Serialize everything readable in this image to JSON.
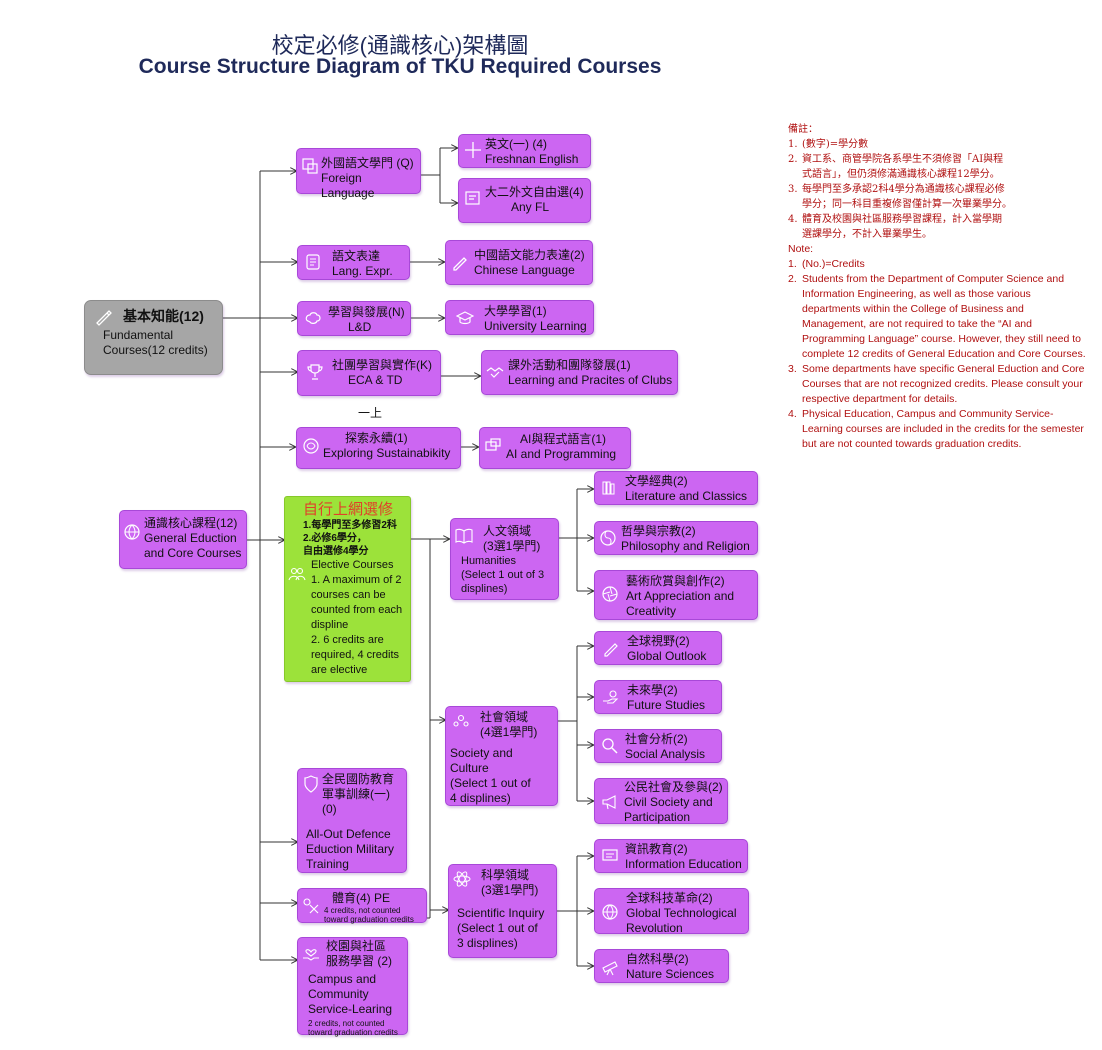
{
  "title": {
    "zh": "校定必修(通識核心)架構圖",
    "en": "Course Structure Diagram of TKU Required Courses"
  },
  "nodes": {
    "fundamental": {
      "title": "基本知能(12)",
      "sub": "Fundamental\nCourses(12 credits)"
    },
    "foreign_language": {
      "zh": "外國語文學門 (Q)",
      "en": "Foreign Language"
    },
    "english": {
      "zh": "英文(一) (4)",
      "en": "Freshnan English"
    },
    "second_fl": {
      "zh": "大二外文自由選(4)",
      "en": "Any FL"
    },
    "lang_expr": {
      "zh": "語文表達",
      "en": "Lang. Expr."
    },
    "chinese": {
      "zh": "中國語文能力表達(2)",
      "en": "Chinese Language"
    },
    "ld": {
      "zh": "學習與發展(N)",
      "en": "L&D"
    },
    "university_learning": {
      "zh": "大學學習(1)",
      "en": "University Learning"
    },
    "eca": {
      "zh": "社團學習與實作(K)",
      "en": "ECA & TD"
    },
    "clubs": {
      "zh": "課外活動和團隊發展(1)",
      "en": "Learning and Pracites of Clubs"
    },
    "stray_text": "一上",
    "sustainability": {
      "zh": "探索永續(1)",
      "en": "Exploring Sustainabikity"
    },
    "ai": {
      "zh": "AI與程式語言(1)",
      "en": "AI and Programming"
    },
    "general": {
      "zh": "通識核心課程(12)",
      "en": "General Eduction\nand Core Courses"
    },
    "elective": {
      "head": "自行上網選修",
      "zh": "1.每學門至多修習2科\n2.必修6學分，\n   自由選修4學分",
      "en": "Elective Courses\n1. A maximum of 2\ncourses can be\ncounted from each\ndispline\n2. 6 credits are\nrequired, 4 credits\nare elective"
    },
    "humanities": {
      "zh": "人文領域\n(3選1學門)",
      "en": "Humanities\n(Select 1 out of 3\ndisplines)"
    },
    "literature": {
      "zh": "文學經典(2)",
      "en": "Literature and  Classics"
    },
    "philosophy": {
      "zh": "哲學與宗教(2)",
      "en": "Philosophy and Religion"
    },
    "art": {
      "zh": "藝術欣賞與創作(2)",
      "en": "Art Appreciation and\nCreativity"
    },
    "society": {
      "zh": "社會領域\n(4選1學門)",
      "en": "Society and Culture\n(Select 1 out of\n4 displines)"
    },
    "global_outlook": {
      "zh": "全球視野(2)",
      "en": "Global Outlook"
    },
    "future": {
      "zh": "未來學(2)",
      "en": "Future Studies"
    },
    "social_analysis": {
      "zh": "社會分析(2)",
      "en": "Social Analysis"
    },
    "civil": {
      "zh": "公民社會及參與(2)",
      "en": "Civil Society and\nParticipation"
    },
    "science": {
      "zh": "科學領域\n(3選1學門)",
      "en": "Scientific Inquiry\n(Select 1 out of\n3 displines)"
    },
    "info_ed": {
      "zh": "資訊教育(2)",
      "en": "Information Education"
    },
    "tech_rev": {
      "zh": "全球科技革命(2)",
      "en": "Global Technological\nRevolution"
    },
    "nature": {
      "zh": "自然科學(2)",
      "en": "Nature Sciences"
    },
    "defence": {
      "zh": "全民國防教育\n軍事訓練(一)(0)",
      "en": "All-Out Defence\nEduction Military\nTraining"
    },
    "pe": {
      "zh": "體育(4) PE",
      "note": "4 credits, not counted\ntoward graduation credits"
    },
    "service": {
      "zh": "校園與社區\n服務學習 (2)",
      "en": "Campus and\nCommunity\nService-Learing",
      "note": "2 credits, not counted\ntoward graduation credits"
    }
  },
  "notes": {
    "zh_head": "備註：",
    "zh": [
      {
        "n": "1.",
        "t": "(數字)=學分數"
      },
      {
        "n": "2.",
        "t": "資工系、商管學院各系學生不須修習「AI與程\n式語言」，但仍須修滿通識核心課程12學分。"
      },
      {
        "n": "3.",
        "t": "每學門至多承認2科4學分為通識核心課程必修\n學分；同一科目重複修習僅計算一次畢業學分。"
      },
      {
        "n": "4.",
        "t": "體育及校園與社區服務學習課程，計入當學期\n選課學分，不計入畢業學生。"
      }
    ],
    "en_head": "Note:",
    "en": [
      {
        "n": "1.",
        "t": "(No.)=Credits"
      },
      {
        "n": "2.",
        "t": "Students from the Department of Computer Science and Information Engineering, as well as those various departments within the College of Business and Management, are not required to take the “AI and Programming Language” course. However, they still need to complete 12 credits of General Education and Core Courses."
      },
      {
        "n": "3.",
        "t": "Some departments have specific General Eduction and Core Courses that are not recognized credits. Please consult your respective department for details."
      },
      {
        "n": "4.",
        "t": "Physical Education, Campus and Community Service-Learning courses are included in the credits for the semester but are not counted towards graduation credits."
      }
    ]
  },
  "colors": {
    "node": "#cc66f2",
    "gray": "#a6a6a6",
    "green": "#9ce23a",
    "elective_head": "#e0402a",
    "notes": "#b01010",
    "title": "#1f2a5a"
  }
}
